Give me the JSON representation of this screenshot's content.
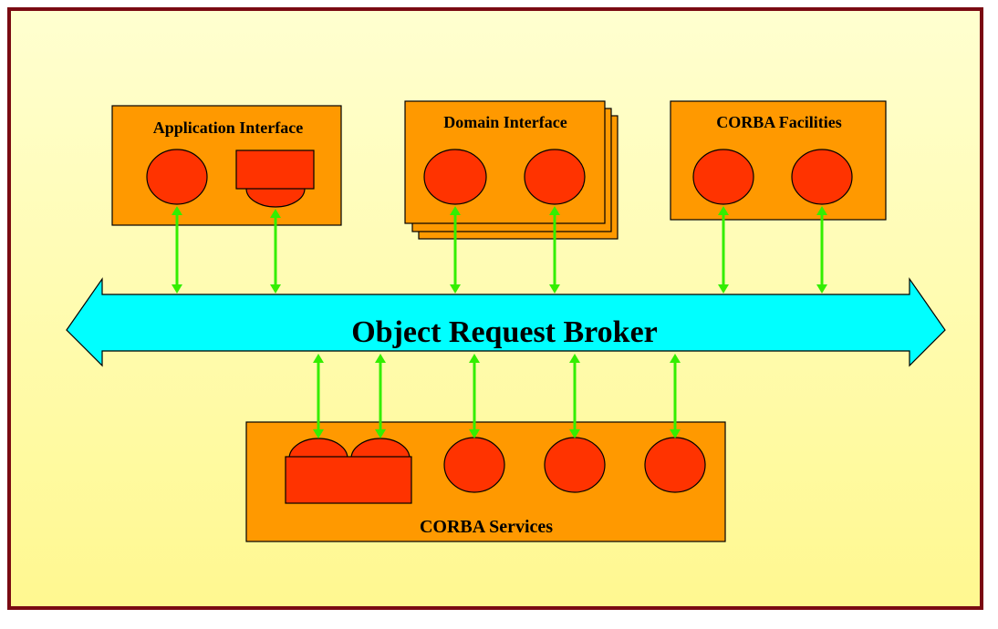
{
  "colors": {
    "frame_border": "#7a0a12",
    "background_top": "#ffffd0",
    "background_bottom": "#fff890",
    "box_fill": "#ff9900",
    "object_fill": "#ff3300",
    "broker_fill": "#00ffff",
    "connector": "#33ee00",
    "outline": "#000000"
  },
  "broker": {
    "label": "Object Request Broker"
  },
  "components": [
    {
      "id": "application-interface",
      "label": "Application Interface"
    },
    {
      "id": "domain-interface",
      "label": "Domain Interface"
    },
    {
      "id": "corba-facilities",
      "label": "CORBA Facilities"
    },
    {
      "id": "corba-services",
      "label": "CORBA Services"
    }
  ]
}
